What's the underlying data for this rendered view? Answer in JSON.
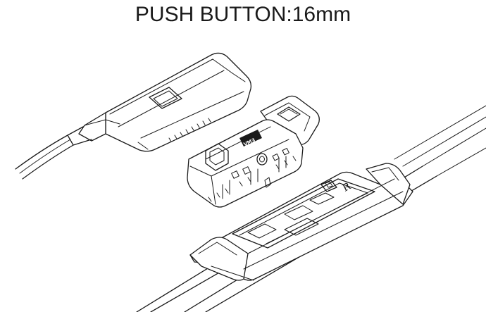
{
  "title": "PUSH BUTTON:16mm",
  "adapter_badge": "VM3",
  "clip_letter": "R",
  "colors": {
    "line": "#1a1a1a",
    "background": "#ffffff"
  }
}
